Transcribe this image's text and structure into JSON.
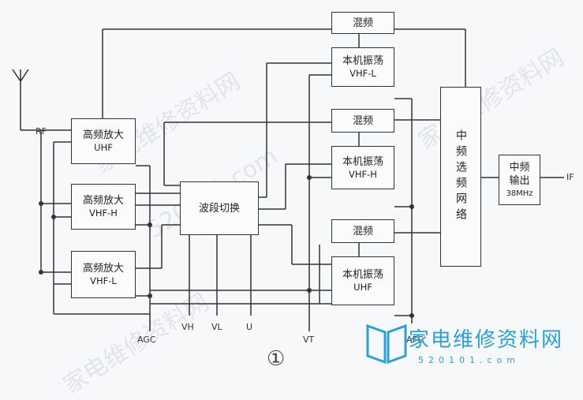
{
  "blocks": {
    "mix_top": "混频",
    "osc_vhfl_title": "本机振荡",
    "osc_vhfl_sub": "VHF-L",
    "mix_mid": "混频",
    "osc_vhfh_title": "本机振荡",
    "osc_vhfh_sub": "VHF-H",
    "mix_bot": "混频",
    "osc_uhf_title": "本机振荡",
    "osc_uhf_sub": "UHF",
    "rf_uhf_title": "高频放大",
    "rf_uhf_sub": "UHF",
    "rf_vhfh_title": "高频放大",
    "rf_vhfh_sub": "VHF-H",
    "rf_vhfl_title": "高频放大",
    "rf_vhfl_sub": "VHF-L",
    "band_switch": "波段切换",
    "if_filter": "中频选频网络",
    "if_out_title": "中频",
    "if_out_line2": "输出",
    "if_out_line3": "38MHz"
  },
  "labels": {
    "rf": "RF",
    "if": "IF",
    "agc": "AGC",
    "vh": "VH",
    "vl": "VL",
    "u": "U",
    "vt": "VT",
    "afc": "AFC",
    "figure_number": "①"
  },
  "watermark": {
    "site_cn": "家电维修资料网",
    "site_url": "520101.com",
    "logo_cn": "家电维修资料网",
    "logo_url": "520101.com"
  },
  "colors": {
    "line": "#333333",
    "logo": "#2f9fcf",
    "watermark": "#c9d3dd"
  }
}
